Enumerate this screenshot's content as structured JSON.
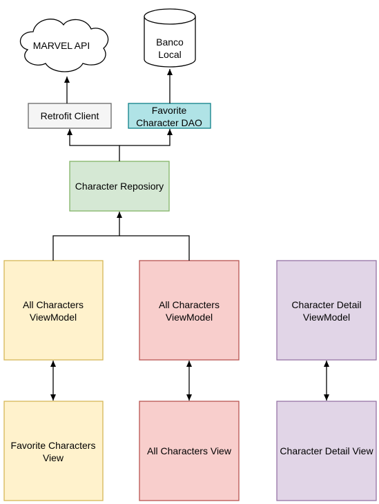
{
  "nodes": {
    "marvel_api": {
      "label": "MARVEL API",
      "fill": "#ffffff",
      "stroke": "#000000"
    },
    "banco_local": {
      "line1": "Banco",
      "line2": "Local",
      "fill": "#ffffff",
      "stroke": "#000000"
    },
    "retrofit_client": {
      "label": "Retrofit Client",
      "fill": "#f5f5f5",
      "stroke": "#666666"
    },
    "favorite_dao": {
      "line1": "Favorite",
      "line2": "Character DAO",
      "fill": "#b0e3e6",
      "stroke": "#0e8088"
    },
    "repository": {
      "label": "Character Reposiory",
      "fill": "#d5e8d4",
      "stroke": "#82b366"
    },
    "vm_favorites": {
      "line1": "All Characters",
      "line2": "ViewModel",
      "fill": "#fff2cc",
      "stroke": "#d6b656"
    },
    "vm_all": {
      "line1": "All Characters",
      "line2": "ViewModel",
      "fill": "#f8cecc",
      "stroke": "#b85450"
    },
    "vm_detail": {
      "line1": "Character Detail",
      "line2": "ViewModel",
      "fill": "#e1d5e7",
      "stroke": "#9673a6"
    },
    "view_favorites": {
      "line1": "Favorite Characters",
      "line2": "View",
      "fill": "#fff2cc",
      "stroke": "#d6b656"
    },
    "view_all": {
      "label": "All Characters View",
      "fill": "#f8cecc",
      "stroke": "#b85450"
    },
    "view_detail": {
      "label": "Character Detail View",
      "fill": "#e1d5e7",
      "stroke": "#9673a6"
    }
  },
  "edge_color": "#000000"
}
